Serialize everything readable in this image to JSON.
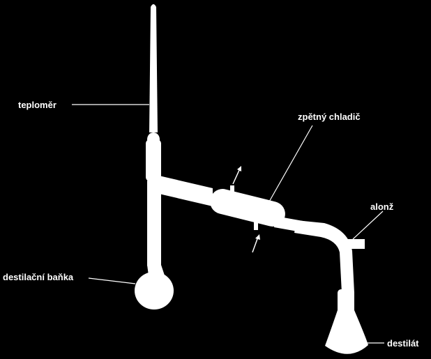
{
  "diagram": {
    "labels": {
      "thermometer": "teploměr",
      "condenser": "zpětný chladič",
      "adapter": "alonž",
      "flask": "destilační baňka",
      "distillate": "destilát"
    },
    "colors": {
      "background": "#000000",
      "apparatus": "#ffffff"
    }
  }
}
